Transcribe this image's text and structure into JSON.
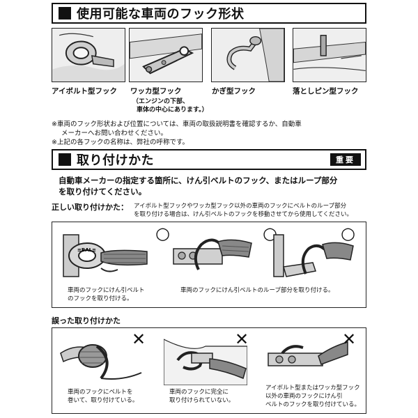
{
  "section1": {
    "title": "使用可能な車両のフック形状",
    "hooks": [
      {
        "label": "アイボルト型フック"
      },
      {
        "label": "ワッカ型フック",
        "sub1": "（エンジンの下部、",
        "sub2": "車体の中心にあります。）"
      },
      {
        "label": "かぎ型フック"
      },
      {
        "label": "落としピン型フック"
      }
    ],
    "notes": [
      "※車両のフック形状および位置については、車両の取扱説明書を確認するか、自動車",
      "メーカーへお問い合わせください。",
      "※上記の各フックの名称は、弊社の呼称です。"
    ]
  },
  "section2": {
    "title": "取り付けかた",
    "badge": "重要",
    "lead": [
      "自動車メーカーの指定する箇所に、けん引ベルトのフック、またはループ部分",
      "を取り付けてください。"
    ],
    "correct": {
      "label": "正しい取り付けかた：",
      "note1": "アイボルト型フックやワッカ型フック以外の車両のフックにベルトのループ部分",
      "note2": "を取り付ける場合は、けん引ベルトのフックを移動させてから使用してください。",
      "mark": "○",
      "cap1a": "車両のフックにけん引ベルト",
      "cap1b": "のフックを取り付ける。",
      "cap2": "車両のフックにけん引ベルトのループ部分を取り付ける。",
      "brand": "≡BAL≡"
    },
    "wrong": {
      "label": "誤った取り付けかた",
      "mark": "✕",
      "cap1a": "車両のフックにベルトを",
      "cap1b": "巻いて、取り付けている。",
      "cap2a": "車両のフックに完全に",
      "cap2b": "取り付けられていない。",
      "cap3a": "アイボルト型またはワッカ型フック",
      "cap3b": "以外の車両のフックにけん引",
      "cap3c": "ベルトのフックを取り付けている。"
    }
  }
}
